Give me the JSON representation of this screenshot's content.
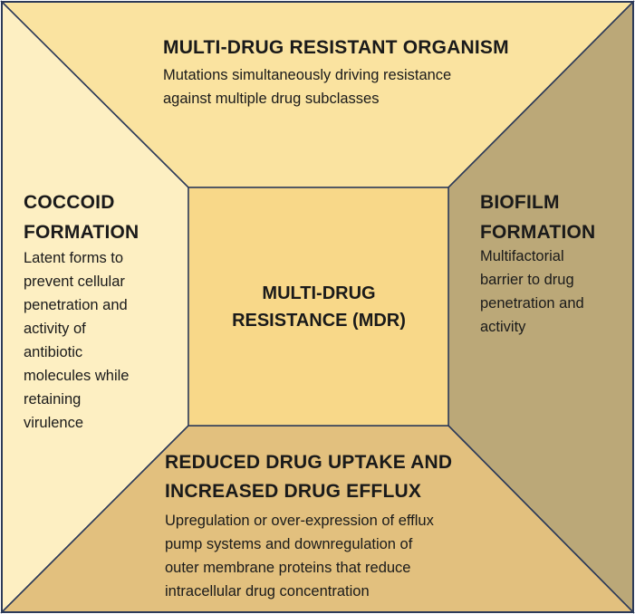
{
  "colors": {
    "top_panel": "#fae3a0",
    "left_panel": "#fdefc2",
    "right_panel": "#bba878",
    "bottom_panel": "#e2c07e",
    "center_panel": "#f8d889",
    "border": "#2c3a59"
  },
  "center": {
    "line1": "MULTI-DRUG",
    "line2": "RESISTANCE (MDR)"
  },
  "top": {
    "heading": "MULTI-DRUG RESISTANT ORGANISM",
    "desc_line1": "Mutations simultaneously driving resistance",
    "desc_line2": "against multiple drug subclasses"
  },
  "left": {
    "heading_line1": "COCCOID",
    "heading_line2": "FORMATION",
    "desc_lines": [
      "Latent forms to",
      "prevent cellular",
      "penetration and",
      "activity of",
      "antibiotic",
      "molecules while",
      "retaining",
      "virulence"
    ]
  },
  "right": {
    "heading_line1": "BIOFILM",
    "heading_line2": "FORMATION",
    "desc_lines": [
      "Multifactorial",
      "barrier to drug",
      "penetration and",
      "activity"
    ]
  },
  "bottom": {
    "heading_line1": "REDUCED DRUG UPTAKE AND",
    "heading_line2": "INCREASED DRUG EFFLUX",
    "desc_lines": [
      "Upregulation or over-expression of efflux",
      "pump systems and downregulation of",
      "outer membrane proteins that reduce",
      "intracellular drug concentration"
    ]
  }
}
